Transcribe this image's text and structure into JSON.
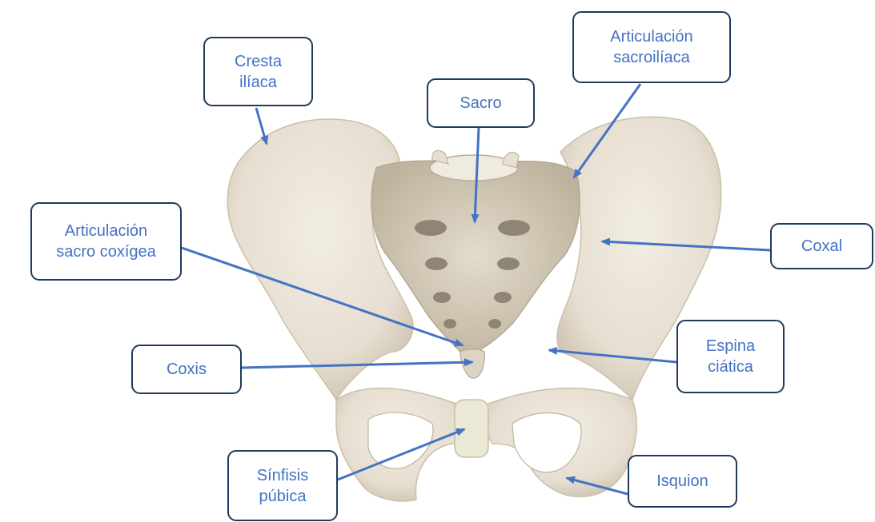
{
  "labels": {
    "cresta_iliaca": {
      "line1": "Cresta",
      "line2": "ilíaca"
    },
    "sacro": {
      "line1": "Sacro"
    },
    "articulacion_sacroiliaca": {
      "line1": "Articulación",
      "line2": "sacroilíaca"
    },
    "articulacion_sacrocoxigea": {
      "line1": "Articulación",
      "line2": "sacro coxígea"
    },
    "coxal": {
      "line1": "Coxal"
    },
    "coxis": {
      "line1": "Coxis"
    },
    "espina_ciatica": {
      "line1": "Espina",
      "line2": "ciática"
    },
    "sinfisis_pubica": {
      "line1": "Sínfisis",
      "line2": "púbica"
    },
    "isquion": {
      "line1": "Isquion"
    }
  },
  "colors": {
    "label_text": "#4472c4",
    "box_border": "#1f3b5c",
    "arrow": "#4472c4",
    "bone": "#e9e2d4",
    "bone_shadow": "#cfc6b3",
    "bone_dark": "#8f8574",
    "cartilage": "#ece8d6"
  }
}
